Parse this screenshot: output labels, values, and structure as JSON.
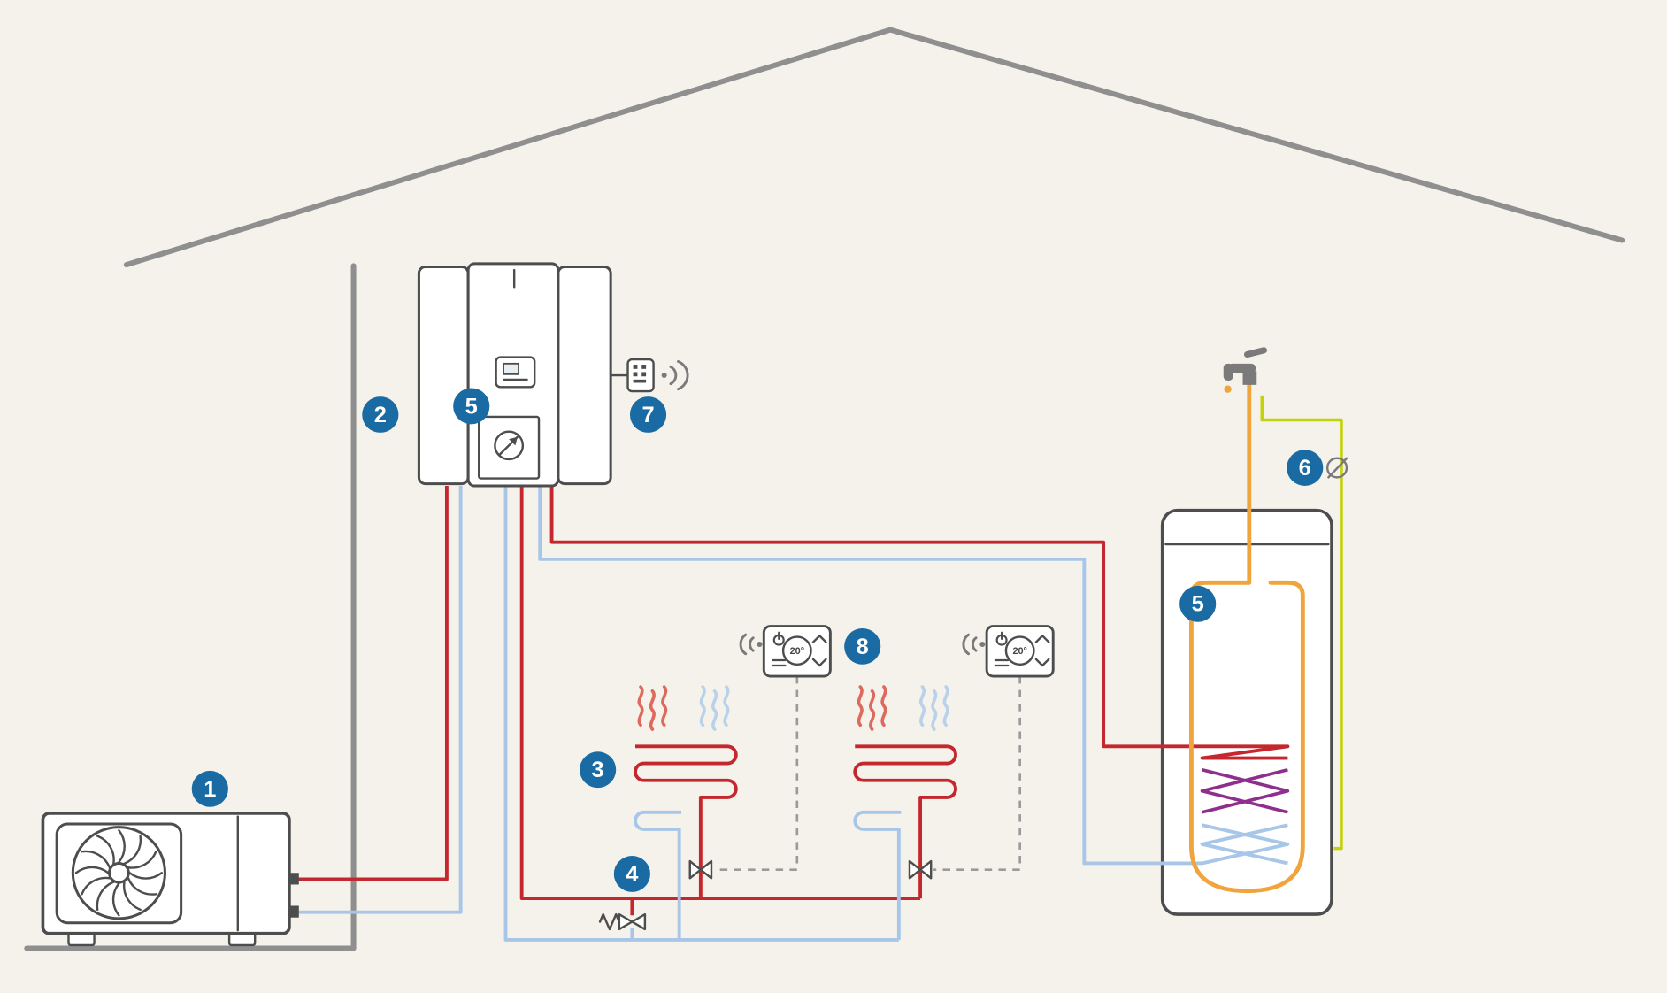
{
  "diagram": {
    "type": "heat-pump-heating-system-schematic",
    "callouts": [
      {
        "label": "1",
        "component": "outdoor-heat-pump-unit"
      },
      {
        "label": "2",
        "component": "wall-pipe-run"
      },
      {
        "label": "3",
        "component": "underfloor-heating-circuit"
      },
      {
        "label": "4",
        "component": "bypass-valve"
      },
      {
        "label": "5",
        "component": "indoor-unit"
      },
      {
        "label": "5",
        "component": "hot-water-cylinder"
      },
      {
        "label": "6",
        "component": "hot-water-outlet-sensor"
      },
      {
        "label": "7",
        "component": "wireless-gateway"
      },
      {
        "label": "8",
        "component": "room-thermostat"
      }
    ],
    "thermostats": [
      {
        "reading": "20°"
      },
      {
        "reading": "20°"
      }
    ],
    "colors": {
      "background": "#f5f2ec",
      "house_gray": "#8f8f8f",
      "device_stroke": "#4d4d4d",
      "badge_blue": "#1a6ba3",
      "pipe_red": "#c4282e",
      "pipe_blue": "#a7c6e8",
      "coil_orange": "#f0a43c",
      "pipe_yellow_green": "#c3d20a",
      "coil_purple": "#8e2f8e",
      "control_gray": "#9a9a9a",
      "wave_red": "#dd6a5c",
      "wave_blue": "#b9d2ea",
      "icon_gray": "#7a7a7a",
      "screen_fill": "#e9eef3"
    }
  }
}
